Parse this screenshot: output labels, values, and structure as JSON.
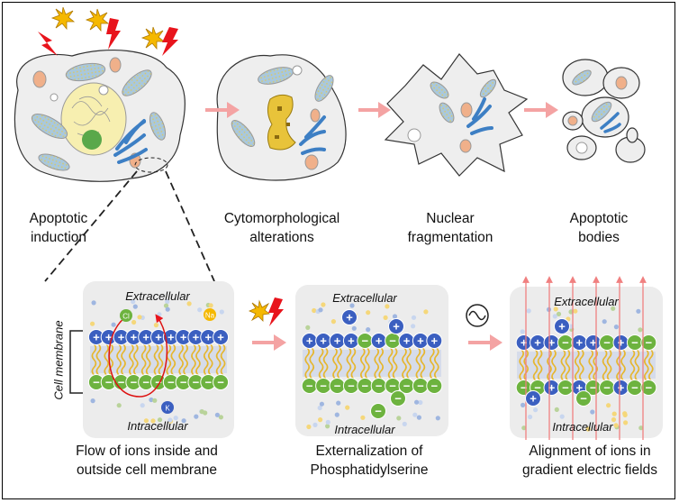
{
  "stages": [
    {
      "line1": "Apoptotic",
      "line2": "induction"
    },
    {
      "line1": "Cytomorphological",
      "line2": "alterations"
    },
    {
      "line1": "Nuclear",
      "line2": "fragmentation"
    },
    {
      "line1": "Apoptotic",
      "line2": "bodies"
    }
  ],
  "panels": [
    {
      "top": "Extracellular",
      "bottom": "Intracellular",
      "line1": "Flow of ions inside and",
      "line2": "outside cell membrane"
    },
    {
      "top": "Extracellular",
      "bottom": "Intracellular",
      "line1": "Externalization of",
      "line2": "Phosphatidylserine"
    },
    {
      "top": "Extracellular",
      "bottom": "Intracellular",
      "line1": "Alignment of ions in",
      "line2": "gradient electric fields"
    }
  ],
  "membrane_label": "Cell membrane",
  "ion_labels": {
    "chloride": "Cl",
    "sodium": "Na",
    "potassium": "K"
  },
  "colors": {
    "positive": "#3b5fc0",
    "negative": "#6db33f",
    "arrow": "#f4a3a3",
    "cell_fill": "#eeeeee",
    "panel_fill": "#ececec",
    "bolt": "#e8141c",
    "sun": "#f5b800"
  }
}
